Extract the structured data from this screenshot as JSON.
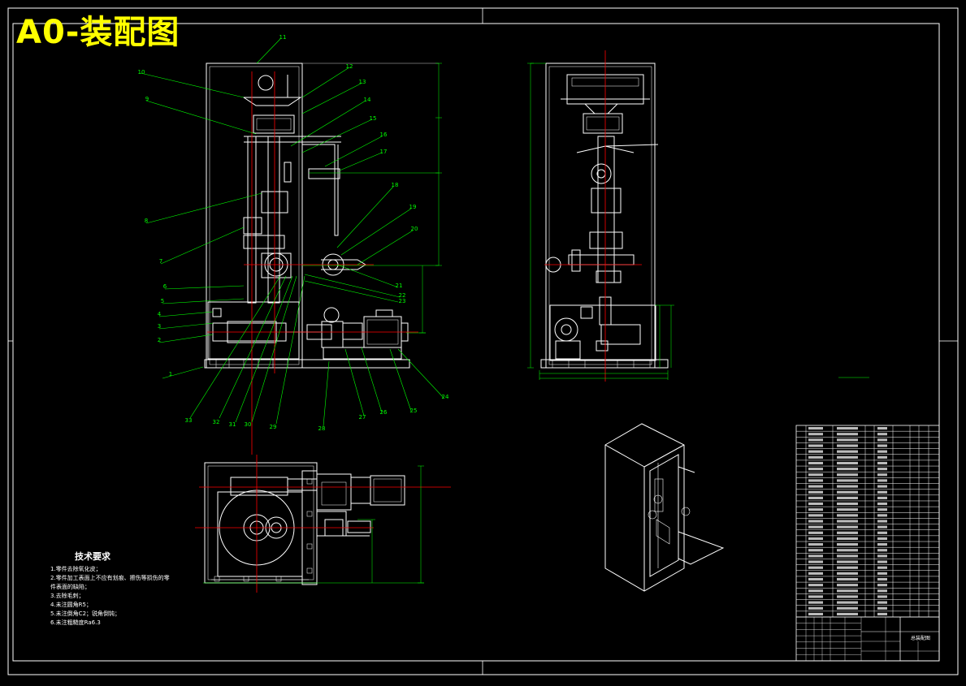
{
  "drawing_title": "A0-装配图",
  "tech_requirements": {
    "heading": "技术要求",
    "items": [
      "1.零件去除氧化皮；",
      "2.零件加工表面上不应有划痕、擦伤等损伤的零",
      "件表面的缺陷；",
      "3.去除毛刺；",
      "4.未注圆角R5；",
      "5.未注倒角C2；锐角倒钝；",
      "6.未注粗糙度Ra6.3"
    ]
  },
  "callouts": [
    "1",
    "2",
    "3",
    "4",
    "5",
    "6",
    "7",
    "8",
    "9",
    "10",
    "11",
    "12",
    "13",
    "14",
    "15",
    "16",
    "17",
    "18",
    "19",
    "20",
    "21",
    "22",
    "23",
    "24",
    "25",
    "26",
    "27",
    "28",
    "29",
    "30",
    "31",
    "32",
    "33"
  ],
  "title_block": {
    "drawing_name": "总装配图"
  },
  "colors": {
    "background": "#000000",
    "frame": "#ffffff",
    "geometry": "#ffffff",
    "leader": "#00ff00",
    "centerline": "#ff0000",
    "dimension": "#00ff00",
    "hidden": "#ffff00",
    "title": "#ffff00"
  }
}
